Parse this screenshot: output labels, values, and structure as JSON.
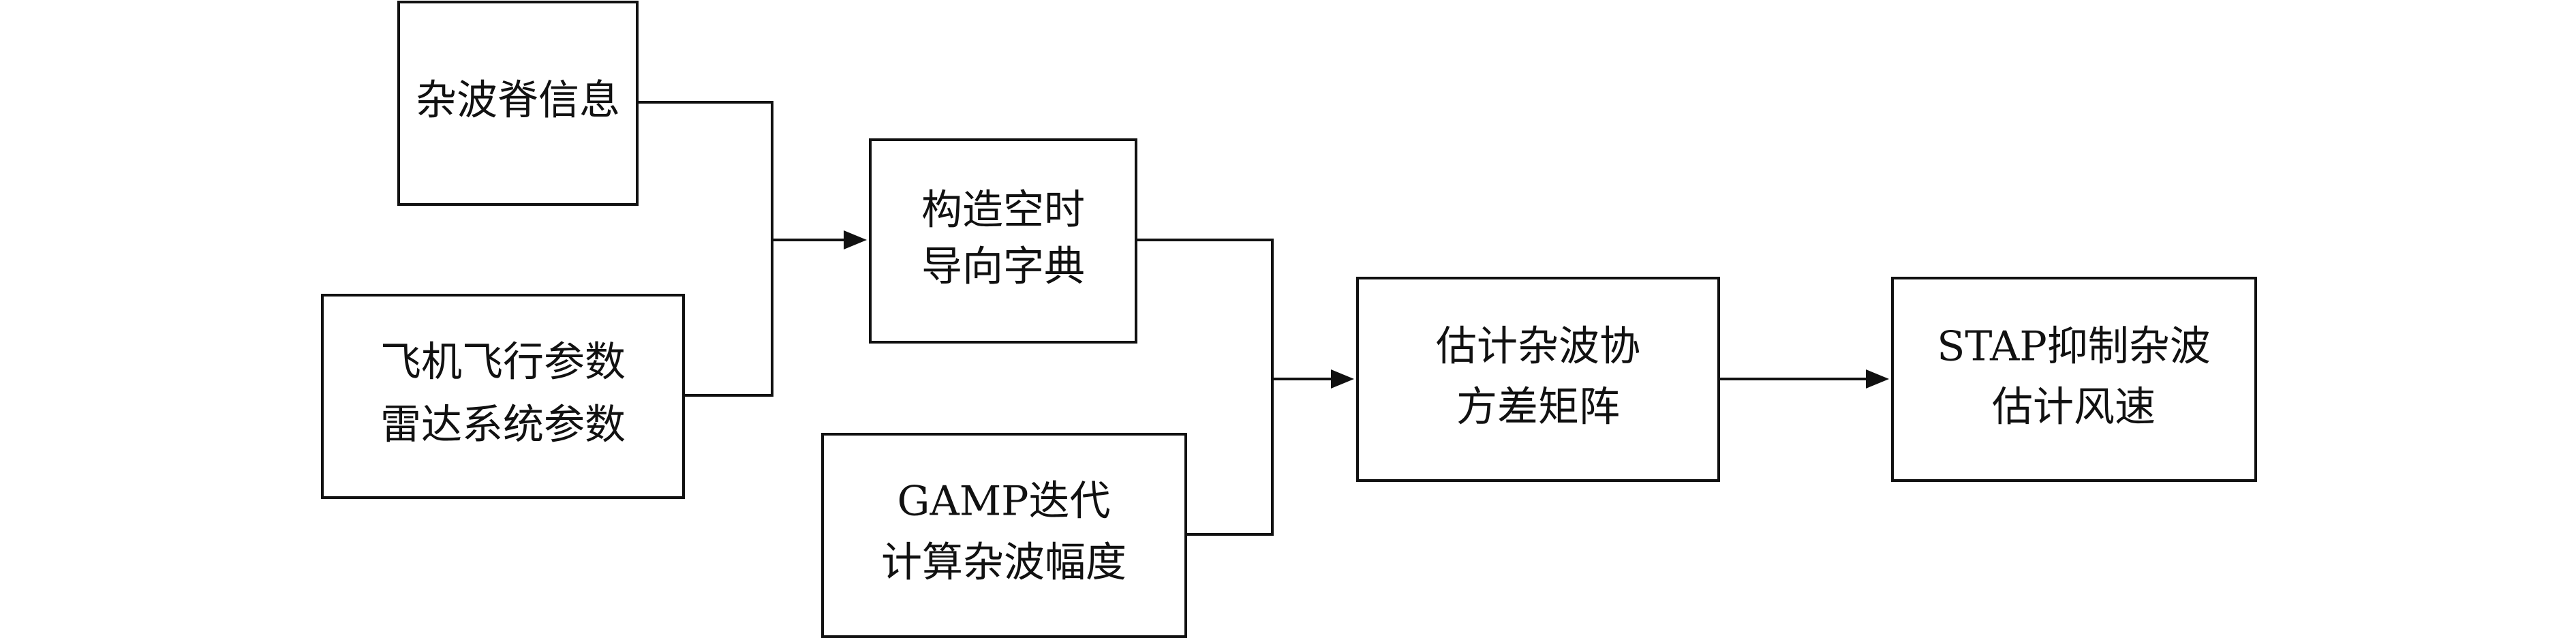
{
  "diagram": {
    "nodes": [
      {
        "id": "clutter-ridge-info",
        "lines": [
          "杂波脊信息"
        ]
      },
      {
        "id": "flight-radar-params",
        "lines": [
          "飞机飞行参数",
          "雷达系统参数"
        ]
      },
      {
        "id": "space-time-dictionary",
        "lines": [
          "构造空时",
          "导向字典"
        ]
      },
      {
        "id": "gamp-iteration",
        "lines": [
          "GAMP迭代",
          "计算杂波幅度"
        ]
      },
      {
        "id": "clutter-covariance",
        "lines": [
          "估计杂波协",
          "方差矩阵"
        ]
      },
      {
        "id": "stap-wind-speed",
        "lines": [
          "STAP抑制杂波",
          "估计风速"
        ]
      }
    ],
    "edges": [
      {
        "from": [
          "clutter-ridge-info",
          "flight-radar-params"
        ],
        "to": "space-time-dictionary"
      },
      {
        "from": [
          "space-time-dictionary",
          "gamp-iteration"
        ],
        "to": "clutter-covariance"
      },
      {
        "from": [
          "clutter-covariance"
        ],
        "to": "stap-wind-speed"
      }
    ]
  }
}
